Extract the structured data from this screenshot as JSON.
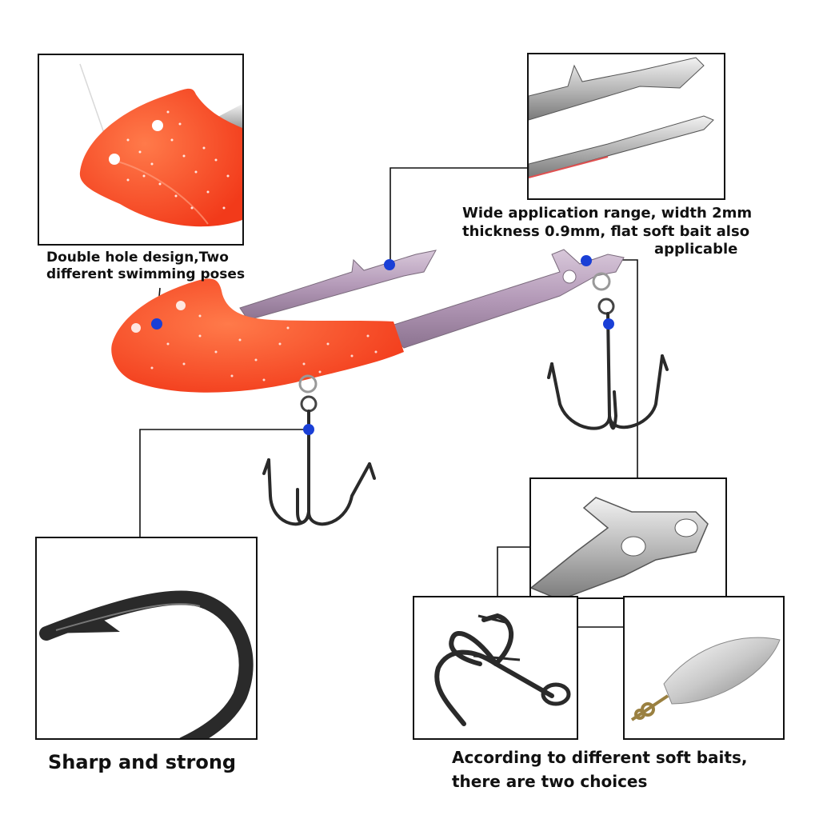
{
  "callouts": {
    "double_hole": {
      "line1": "Double hole design,Two",
      "line2": "different swimming poses"
    },
    "width": {
      "line1": "Wide application range, width 2mm",
      "line2": "thickness 0.9mm, flat soft bait also",
      "line3": "applicable"
    },
    "sharp": "Sharp and strong",
    "choices": {
      "line1": "According to different soft baits,",
      "line2": "there are two choices"
    }
  },
  "colors": {
    "lure_body": "#ff4a26",
    "shaft": "#b49ab8",
    "dot": "#1a3fd6",
    "hook": "#2a2a2a"
  }
}
